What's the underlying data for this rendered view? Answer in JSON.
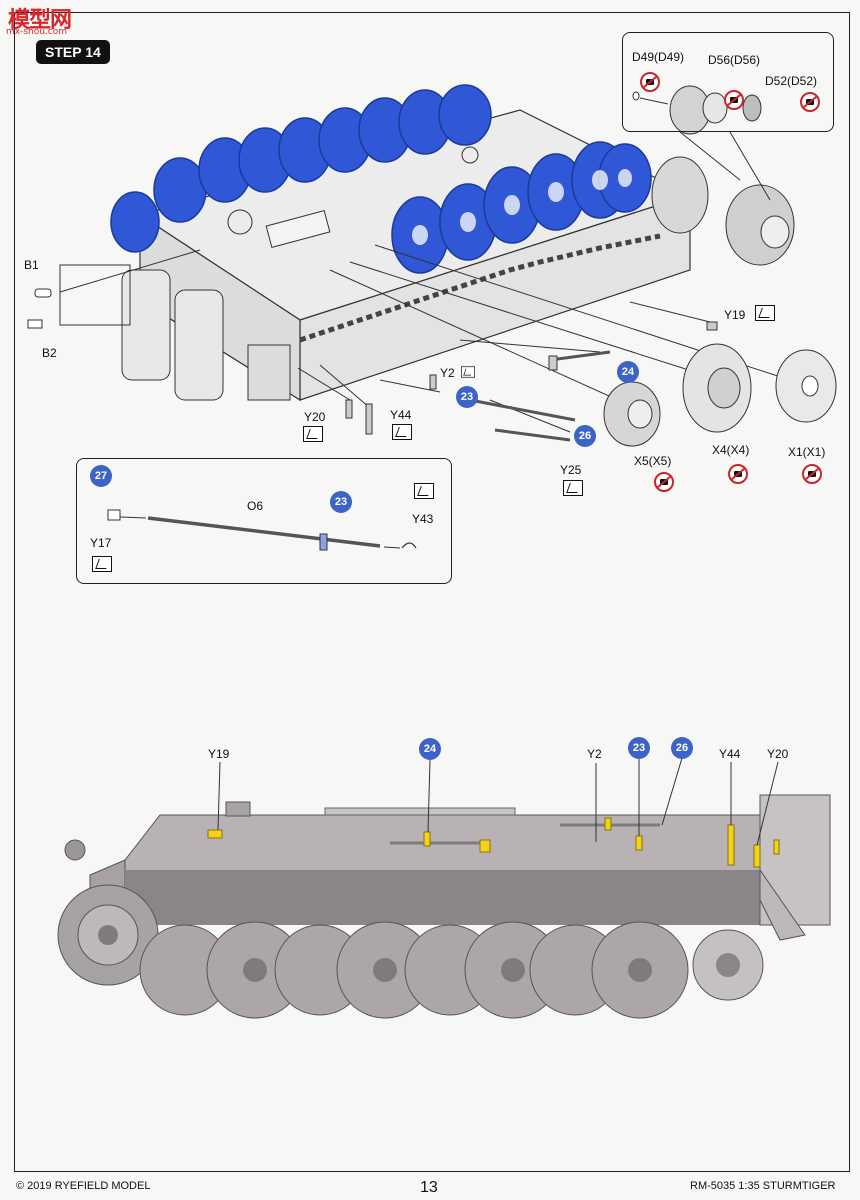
{
  "watermark": {
    "main": "模型网",
    "sub": "mx-shou.com"
  },
  "step": {
    "title": "STEP 14"
  },
  "detail": {
    "parts": [
      "D49(D49)",
      "D56(D56)",
      "D52(D52)"
    ]
  },
  "labels": {
    "b1": "B1",
    "b2": "B2",
    "y19": "Y19",
    "y2": "Y2",
    "y20": "Y20",
    "y44": "Y44",
    "y25": "Y25",
    "x5": "X5(X5)",
    "x4": "X4(X4)",
    "x1": "X1(X1)"
  },
  "subassembly": {
    "o6": "O6",
    "y17": "Y17",
    "y43": "Y43"
  },
  "badges": {
    "b24": "24",
    "b23": "23",
    "b26": "26",
    "b27": "27"
  },
  "side_view": {
    "callouts": [
      "Y19",
      "24",
      "Y2",
      "23",
      "26",
      "Y44",
      "Y20"
    ]
  },
  "footer": {
    "copyright": "© 2019 RYEFIELD MODEL",
    "page": "13",
    "code": "RM-5035 1:35 STURMTIGER"
  },
  "colors": {
    "wheels": "#2f57d6",
    "highlight": "#f3d21b",
    "badge": "#3d63c7",
    "hull": "#b8b2b4"
  }
}
